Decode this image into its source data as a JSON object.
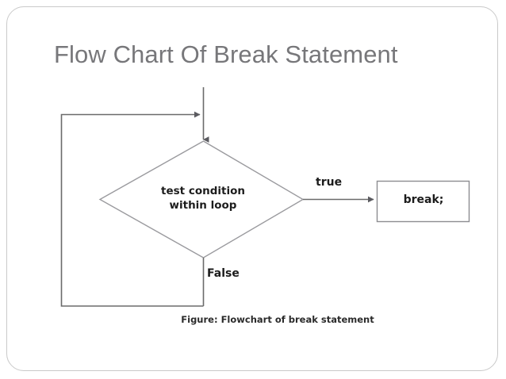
{
  "slide": {
    "title": "Flow Chart Of Break Statement",
    "background_color": "#ffffff",
    "frame_color": "#c9c9c9",
    "title_color": "#77777a"
  },
  "diagram": {
    "type": "flowchart",
    "caption": "Figure: Flowchart of break statement",
    "line_color": "#6b6b6b",
    "text_color": "#1c1c1c",
    "nodes": [
      {
        "id": "decision",
        "shape": "diamond",
        "label_line1": "test condition",
        "label_line2": "within loop"
      },
      {
        "id": "break-statement",
        "shape": "rectangle",
        "label": "break;"
      }
    ],
    "edges": [
      {
        "id": "entry",
        "from": "top",
        "to": "decision",
        "label": ""
      },
      {
        "id": "true-branch",
        "from": "decision",
        "to": "break-statement",
        "label": "true"
      },
      {
        "id": "false-branch",
        "from": "decision",
        "to": "loop-back",
        "label": "False"
      }
    ]
  }
}
